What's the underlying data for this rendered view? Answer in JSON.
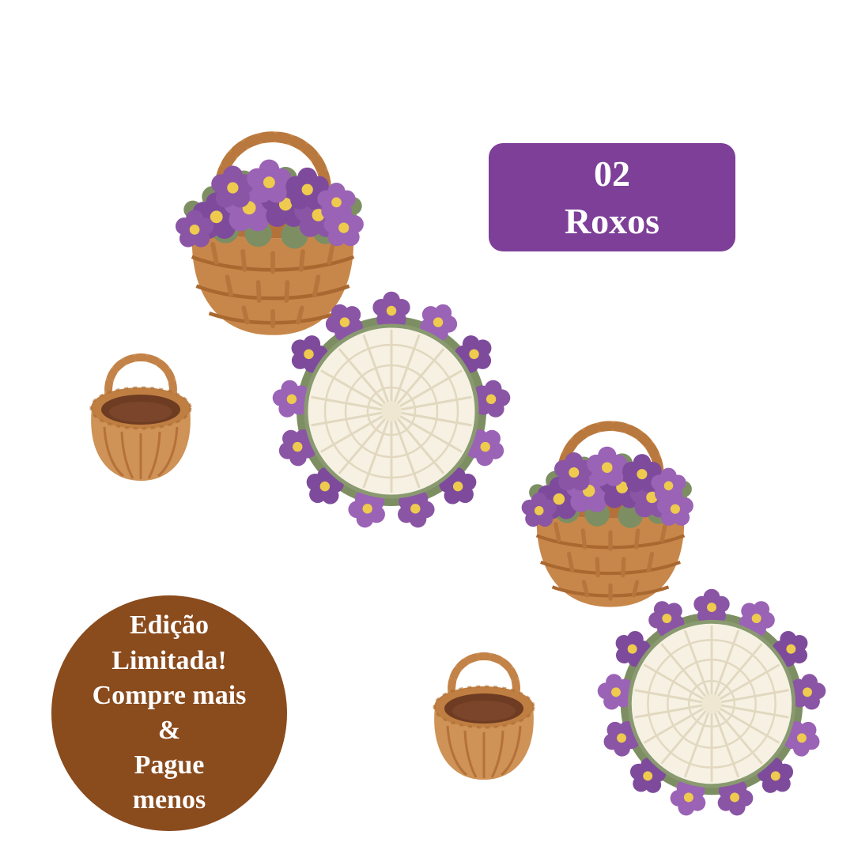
{
  "image": {
    "background_color": "#ffffff"
  },
  "quantity_badge": {
    "quantity": "02",
    "label": "Roxos",
    "bg_color": "#7d3f98",
    "text_color": "#ffffff"
  },
  "promo_badge": {
    "lines": [
      "Edição",
      "Limitada!",
      "Compre mais",
      "&",
      "Pague",
      "menos"
    ],
    "bg_color": "#8a4b1d",
    "text_color": "#ffffff"
  },
  "scene": {
    "items": [
      "crochet-basket-with-purple-flowers-top-left",
      "crochet-flower-coaster-center",
      "small-empty-crochet-basket-left",
      "crochet-basket-with-purple-flowers-right",
      "small-empty-crochet-basket-bottom-center",
      "crochet-flower-coaster-bottom-right"
    ],
    "colors": {
      "basket_tan": "#c8874a",
      "flower_purple": "#8a55a5",
      "flower_center_yellow": "#eecb4e",
      "leaf_green": "#7d8f62",
      "coaster_cream": "#f6f1e2"
    }
  }
}
